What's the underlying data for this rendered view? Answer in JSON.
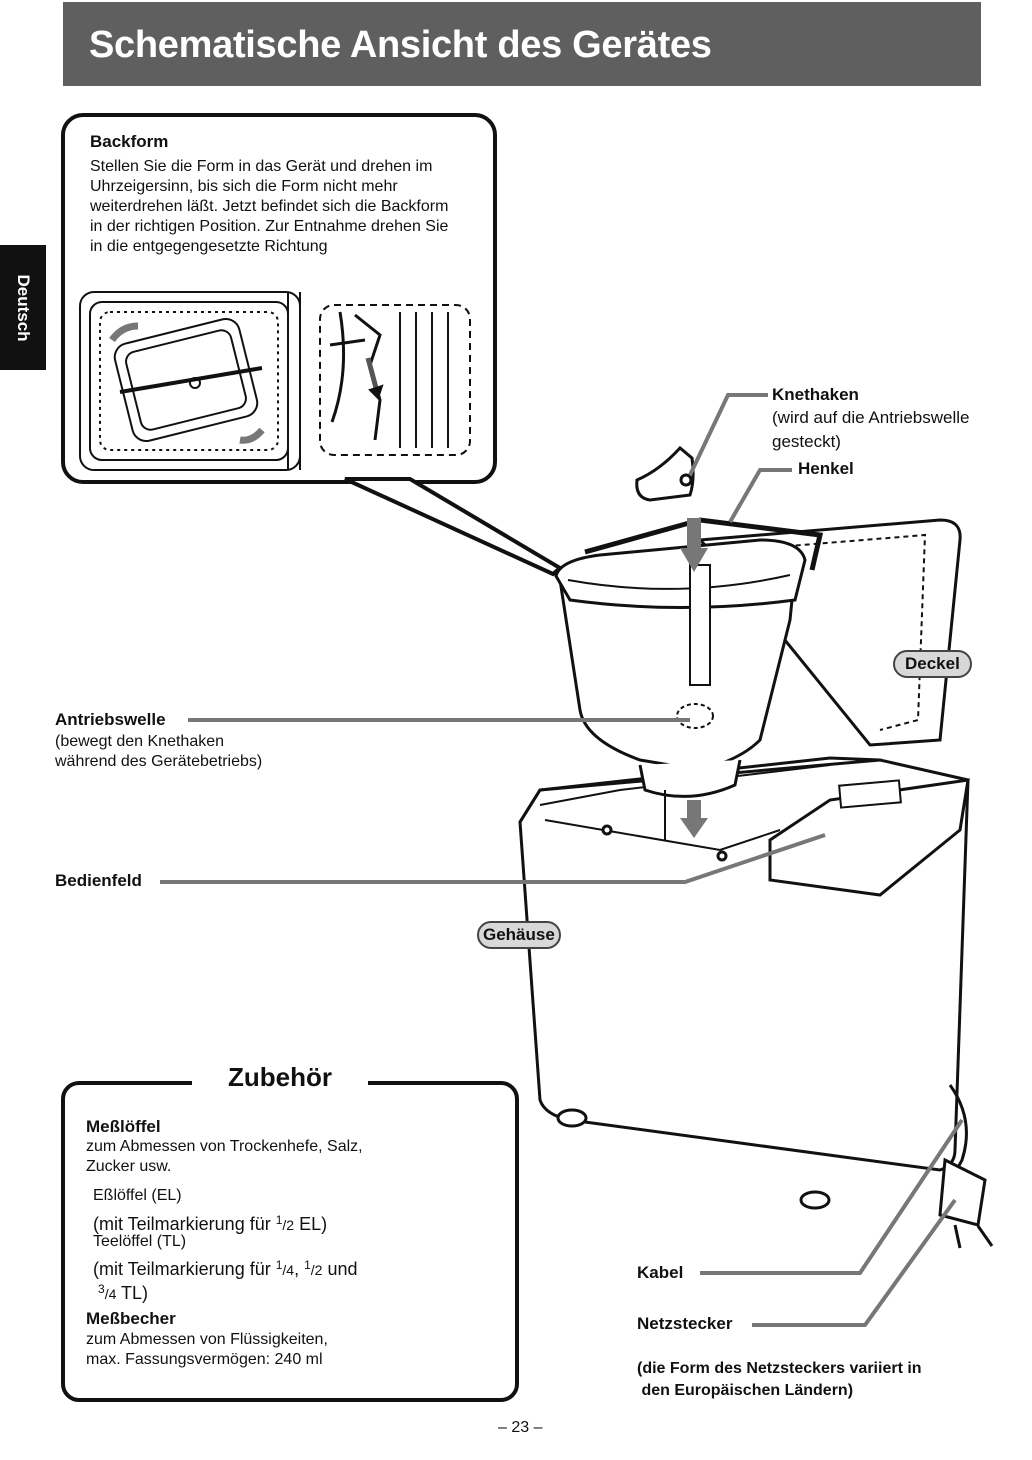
{
  "header": {
    "title": "Schematische Ansicht des Gerätes"
  },
  "side_tab": {
    "label": "Deutsch"
  },
  "backform": {
    "title": "Backform",
    "lines": [
      "Stellen Sie die Form in das Gerät und drehen im",
      "Uhrzeigersinn, bis sich die Form nicht mehr",
      "weiterdrehen läßt. Jetzt befindet sich die Backform",
      "in der richtigen Position. Zur Entnahme drehen Sie",
      "in die entgegengesetzte Richtung"
    ]
  },
  "labels": {
    "knethaken": "Knethaken",
    "knethaken_note_1": "(wird auf die Antriebswelle",
    "knethaken_note_2": "gesteckt)",
    "henkel": "Henkel",
    "deckel": "Deckel",
    "antriebswelle": "Antriebswelle",
    "antriebswelle_note_1": "(bewegt den Knethaken",
    "antriebswelle_note_2": "während des Gerätebetriebs)",
    "bedienfeld": "Bedienfeld",
    "gehaeuse": "Gehäuse",
    "kabel": "Kabel",
    "netzstecker": "Netzstecker",
    "plug_note_1": "(die Form des Netzsteckers variiert in",
    "plug_note_2": " den Europäischen Ländern)"
  },
  "zubehoer": {
    "title": "Zubehör",
    "messloeffel_title": "Meßlöffel",
    "messloeffel_desc_1": "zum Abmessen von Trockenhefe, Salz,",
    "messloeffel_desc_2": "Zucker usw.",
    "el_label": "Eßlöffel (EL)",
    "el_note_pre": "(mit Teilmarkierung für ",
    "el_note_frac_num": "1",
    "el_note_frac_den": "/2",
    "el_note_post": " EL)",
    "tl_label": "Teelöffel (TL)",
    "tl_note_pre": "(mit Teilmarkierung für ",
    "tl_note_f1_num": "1",
    "tl_note_f1_den": "/4",
    "tl_note_sep": ", ",
    "tl_note_f2_num": "1",
    "tl_note_f2_den": "/2",
    "tl_note_and": " und",
    "tl_note_f3_num": "3",
    "tl_note_f3_den": "/4",
    "tl_note_end": " TL)",
    "messbecher_title": "Meßbecher",
    "messbecher_desc_1": "zum Abmessen von Flüssigkeiten,",
    "messbecher_desc_2": "max. Fassungsvermögen: 240 ml"
  },
  "footer": {
    "page_number": "– 23 –"
  }
}
